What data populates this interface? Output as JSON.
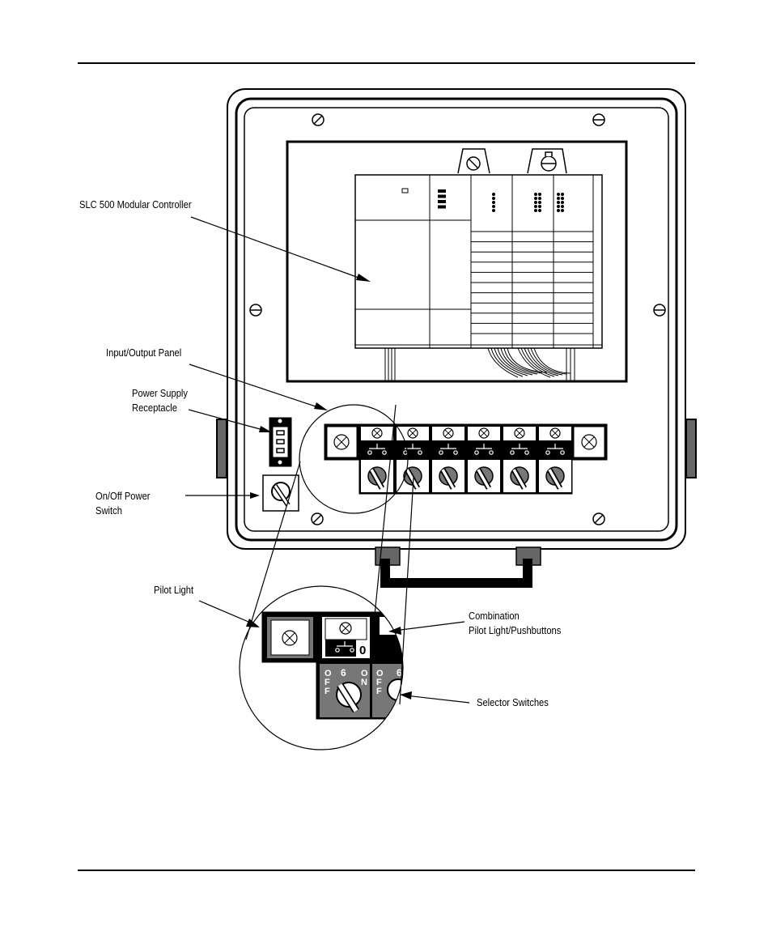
{
  "labels": {
    "controller": "SLC 500 Modular Controller",
    "io_panel": "Input/Output Panel",
    "power_receptacle_line1": "Power Supply",
    "power_receptacle_line2": "Receptacle",
    "power_switch_line1": "On/Off Power",
    "power_switch_line2": "Switch",
    "pilot_light": "Pilot Light",
    "combination_line1": "Combination",
    "combination_line2": "Pilot Light/Pushbuttons",
    "selector_switches": "Selector Switches"
  },
  "detail": {
    "pushbutton_number": "0",
    "selector_number": "6",
    "selector_number_2": "6",
    "off_text": "OFF",
    "on_text": "ON"
  },
  "io_panel": {
    "pushbutton_count": 6,
    "selector_switch_count": 6
  }
}
